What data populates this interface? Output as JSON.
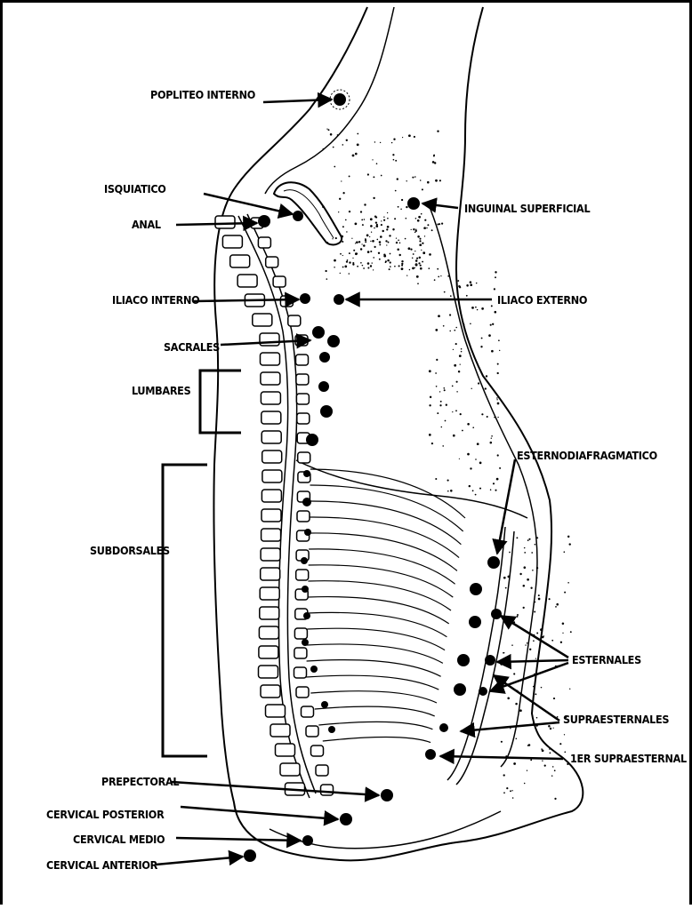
{
  "labels": {
    "popliteo_interno": "POPLITEO INTERNO",
    "isquiatico": "ISQUIATICO",
    "anal": "ANAL",
    "inguinal_superficial": "INGUINAL SUPERFICIAL",
    "iliaco_interno": "ILIACO INTERNO",
    "iliaco_externo": "ILIACO EXTERNO",
    "sacrales": "SACRALES",
    "lumbares": "LUMBARES",
    "esternodiafragmatico": "ESTERNODIAFRAGMATICO",
    "subdorsales": "SUBDORSALES",
    "esternales": "ESTERNALES",
    "supraesternales": "SUPRAESTERNALES",
    "primer_supraesternal": "1ER SUPRAESTERNAL",
    "prepectoral": "PREPECTORAL",
    "cervical_posterior": "CERVICAL POSTERIOR",
    "cervical_medio": "CERVICAL MEDIO",
    "cervical_anterior": "CERVICAL ANTERIOR"
  }
}
